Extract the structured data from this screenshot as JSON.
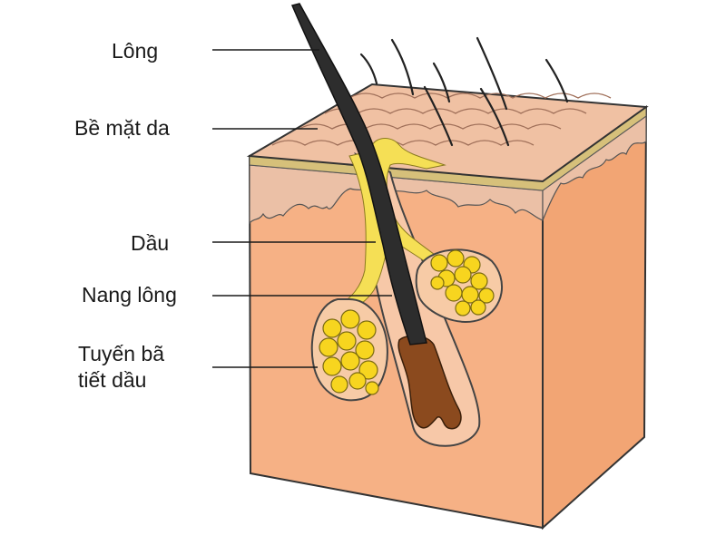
{
  "labels": {
    "hair": "Lông",
    "skin_surface": "Bề mặt da",
    "oil": "Dầu",
    "hair_follicle": "Nang lông",
    "sebaceous_gland_line1": "Tuyến bã",
    "sebaceous_gland_line2": "tiết dầu"
  },
  "colors": {
    "skin_front": "#f6b185",
    "skin_side": "#f3a577",
    "skin_top": "#f0bfa0",
    "epidermis": "#e9c1a8",
    "surface_stripe": "#d9c27a",
    "oil": "#f5df55",
    "hair": "#2c2c2c",
    "root": "#8b4a1e",
    "gland_cells": "#f7d51f",
    "outline": "#333333"
  }
}
